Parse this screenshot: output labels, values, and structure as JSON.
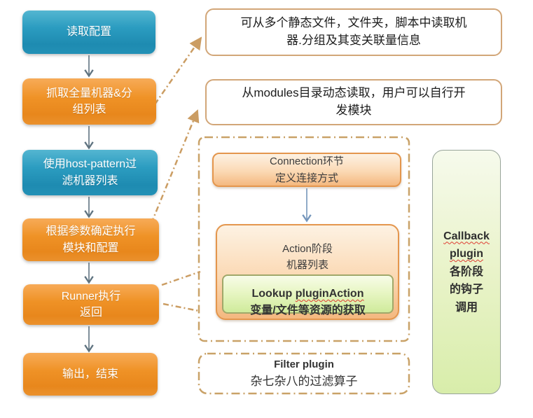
{
  "flow": {
    "steps": [
      {
        "label": "读取配置",
        "color": "blue"
      },
      {
        "label": "抓取全量机器&分\n组列表",
        "color": "orange"
      },
      {
        "label": "使用host-pattern过\n滤机器列表",
        "color": "blue"
      },
      {
        "label": "根据参数确定执行\n模块和配置",
        "color": "orange"
      },
      {
        "label": "Runner执行\n返回",
        "color": "orange"
      },
      {
        "label": "输出，结束",
        "color": "orange"
      }
    ]
  },
  "annotations": {
    "inventory_note": "可从多个静态文件，文件夹，脚本中读取机\n器.分组及其变关联量信息",
    "modules_note": "从modules目录动态读取，用户可以自行开\n发模块"
  },
  "execution_group": {
    "connection_label": "Connection环节\n定义连接方式",
    "action_label": "Action阶段\n机器列表",
    "lookup_word": "Lookup",
    "lookup_misspelled_word": "pluginAction",
    "lookup_subtitle": "变量/文件等资源的获取"
  },
  "filter_box": {
    "title": "Filter plugin",
    "subtitle": "杂七杂八的过滤算子"
  },
  "callback_box": {
    "word1": "Callback",
    "word2": "plugin",
    "text": "各阶段\n的钩子\n调用"
  },
  "colors": {
    "step_blue": "#2b9cc0",
    "step_orange": "#ee8f23",
    "annotation_border": "#d2a678",
    "dashed_line": "#cb9d63",
    "peach_border": "#e4964d",
    "green_fill": "#cfeb9b",
    "flow_arrow": "#5f7380",
    "connection_arrow": "#7596bb",
    "spellcheck_red": "#e03c31"
  }
}
